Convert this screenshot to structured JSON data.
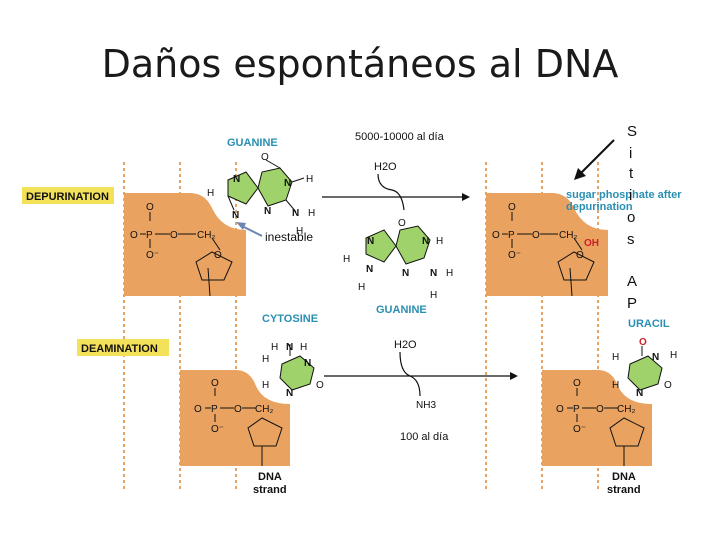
{
  "title": "Daños espontáneos al DNA",
  "depurination": {
    "label": "DEPURINATION",
    "base_left": "GUANINE",
    "water": "H2O",
    "released_base": "GUANINE",
    "product_label_line1": "sugar phosphate after",
    "product_label_line2": "depurination",
    "rate": "5000-10000  al día",
    "annotation": "inestable"
  },
  "deamination": {
    "label": "DEAMINATION",
    "base_left": "CYTOSINE",
    "water": "H2O",
    "byproduct": "NH3",
    "base_right": "URACIL",
    "rate": "100 al día"
  },
  "strand_label_line1": "DNA",
  "strand_label_line2": "strand",
  "side_letters": [
    "S",
    "i",
    "t",
    "i",
    "o",
    "s",
    "A",
    "P"
  ],
  "colors": {
    "backbone": "#e9a260",
    "base_ring": "#9fd26a",
    "label_box": "#f4e15a",
    "accent_teal": "#2a8fb3",
    "accent_red": "#cc1f2a"
  }
}
